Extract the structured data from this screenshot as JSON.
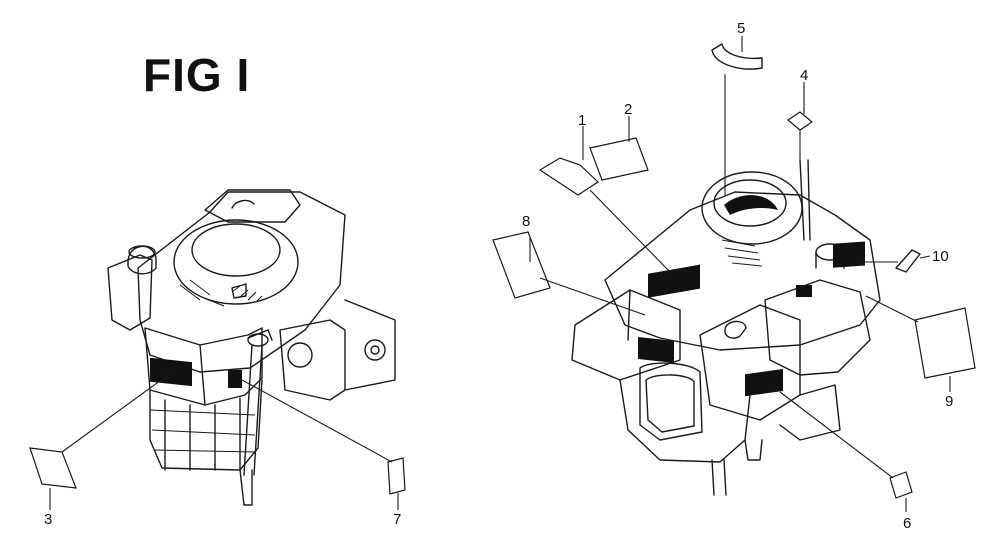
{
  "figure": {
    "title": "FIG I"
  },
  "callouts": {
    "c1": "1",
    "c2": "2",
    "c3": "3",
    "c4": "4",
    "c5": "5",
    "c6": "6",
    "c7": "7",
    "c8": "8",
    "c9": "9",
    "c10": "10"
  },
  "colors": {
    "ink": "#111111",
    "paper": "#ffffff"
  }
}
